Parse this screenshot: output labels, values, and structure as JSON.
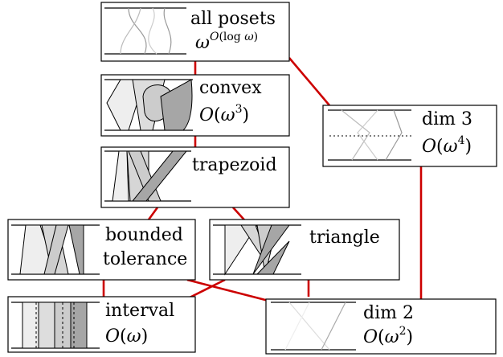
{
  "nodes": [
    {
      "id": "all-posets",
      "label": "all posets",
      "complexity": "ω^{O(log ω)}"
    },
    {
      "id": "convex",
      "label": "convex",
      "complexity": "O(ω³)"
    },
    {
      "id": "trapezoid",
      "label": "trapezoid",
      "complexity": ""
    },
    {
      "id": "bounded-tolerance",
      "label_line1": "bounded",
      "label_line2": "tolerance"
    },
    {
      "id": "triangle",
      "label": "triangle"
    },
    {
      "id": "interval",
      "label": "interval",
      "complexity": "O(ω)"
    },
    {
      "id": "dim3",
      "label": "dim 3",
      "complexity": "O(ω⁴)"
    },
    {
      "id": "dim2",
      "label": "dim 2",
      "complexity": "O(ω²)"
    }
  ],
  "edges": [
    [
      "all-posets",
      "convex"
    ],
    [
      "all-posets",
      "dim3"
    ],
    [
      "convex",
      "trapezoid"
    ],
    [
      "trapezoid",
      "bounded-tolerance"
    ],
    [
      "trapezoid",
      "triangle"
    ],
    [
      "bounded-tolerance",
      "interval"
    ],
    [
      "bounded-tolerance",
      "dim2"
    ],
    [
      "triangle",
      "interval"
    ],
    [
      "triangle",
      "dim2"
    ],
    [
      "dim3",
      "dim2"
    ]
  ],
  "colors": {
    "edge": "#cc0000",
    "box_border": "#000000",
    "shape_light": "#eeeeee",
    "shape_mid": "#cccccc",
    "shape_dark": "#a6a6a6"
  }
}
